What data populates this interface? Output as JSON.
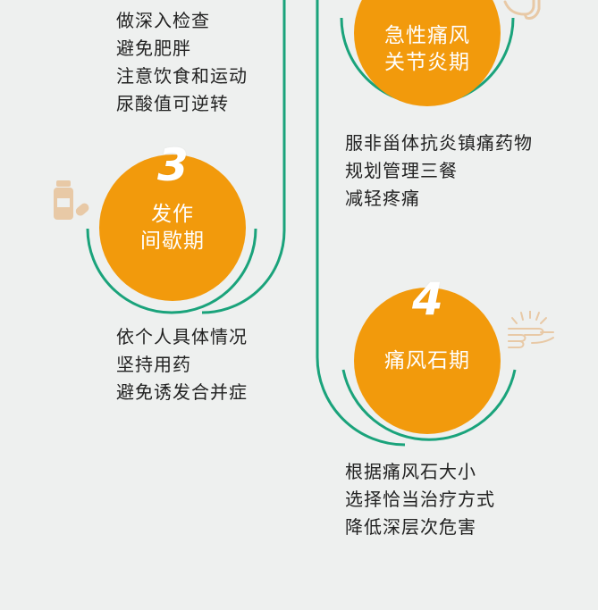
{
  "colors": {
    "background": "#eef0ef",
    "accent_orange": "#f29a0c",
    "line_green": "#1aa37b",
    "icon_tan": "#e8c9a6",
    "text": "#222222"
  },
  "stage2_top": {
    "advice": [
      "做深入检查",
      "避免肥胖",
      "注意饮食和运动",
      "尿酸值可逆转"
    ]
  },
  "stage_acute": {
    "title_line1": "急性痛风",
    "title_line2": "关节炎期",
    "advice": [
      "服非甾体抗炎镇痛药物",
      "规划管理三餐",
      "减轻疼痛"
    ],
    "icon": "hand-icon"
  },
  "stage3": {
    "number": "3",
    "title_line1": "发作",
    "title_line2": "间歇期",
    "advice": [
      "依个人具体情况",
      "坚持用药",
      "避免诱发合并症"
    ],
    "icon": "medicine-bottle-icon"
  },
  "stage4": {
    "number": "4",
    "title": "痛风石期",
    "advice": [
      "根据痛风石大小",
      "选择恰当治疗方式",
      "降低深层次危害"
    ],
    "icon": "painful-hand-icon"
  }
}
